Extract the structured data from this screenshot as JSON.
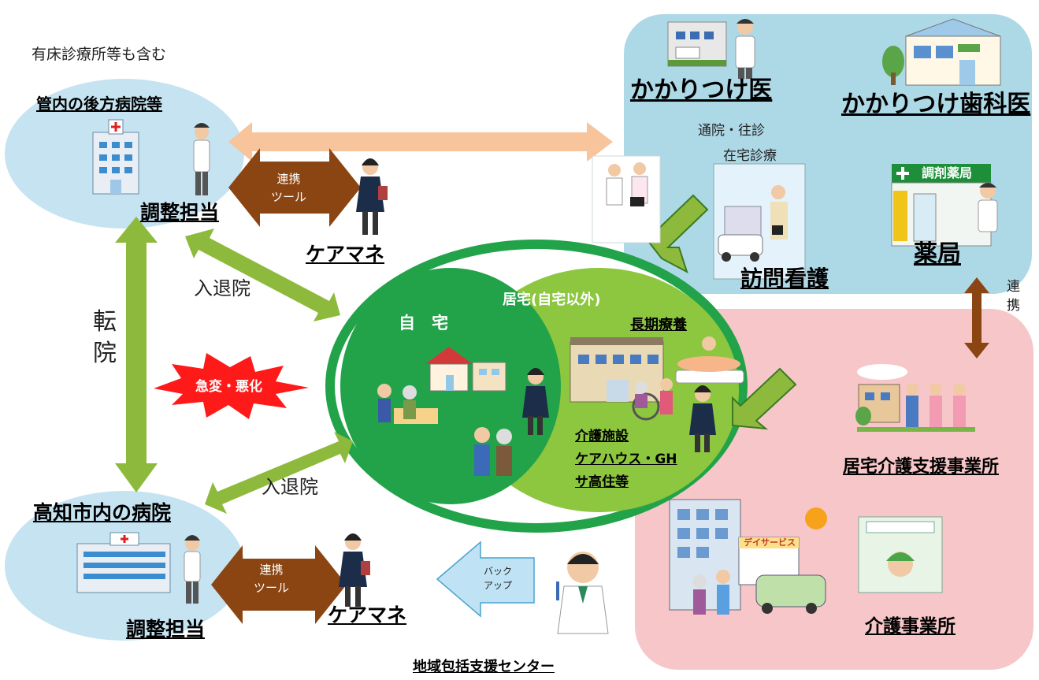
{
  "colors": {
    "hospital_bg": "#c5e3f1",
    "clinic_bg": "#add8e6",
    "care_bg": "#f7c6c8",
    "home_dark": "#22a34a",
    "home_light": "#8dc63f",
    "ring": "#22a34a",
    "tool_arrow": "#8b4513",
    "green_arrow": "#8dba3c",
    "peach_arrow": "#f7c49c",
    "backup_arrow": "#bfe3f5",
    "burst": "#ff1a1a"
  },
  "labels": {
    "note": "有床診療所等も含む",
    "rear_hospital": "管内の後方病院等",
    "kochi_hospital": "高知市内の病院",
    "coordinator_top": "調整担当",
    "coordinator_bottom": "調整担当",
    "caremanager_top": "ケアマネ",
    "caremanager_bottom": "ケアマネ",
    "tool_top_1": "連携",
    "tool_top_2": "ツール",
    "tool_bottom_1": "連携",
    "tool_bottom_2": "ツール",
    "admission_top": "入退院",
    "admission_bottom": "入退院",
    "transfer_1": "転",
    "transfer_2": "院",
    "sudden": "急変・悪化",
    "home": "自　宅",
    "residence": "居宅(自宅以外)",
    "long_term": "長期療養",
    "facility_1": "介護施設",
    "facility_2": "ケアハウス・GH",
    "facility_3": "サ高住等",
    "family_doctor": "かかりつけ医",
    "family_dentist": "かかりつけ歯科医",
    "outpatient": "通院・往診",
    "home_care": "在宅診療",
    "pharmacy_sign": "調剤薬局",
    "pharmacy": "薬局",
    "visiting_nurse": "訪問看護",
    "link_1": "連",
    "link_2": "携",
    "care_support": "居宅介護支援事業所",
    "day_service": "デイサービス",
    "care_office": "介護事業所",
    "backup_1": "バック",
    "backup_2": "アップ",
    "community_center": "地域包括支援センター"
  }
}
